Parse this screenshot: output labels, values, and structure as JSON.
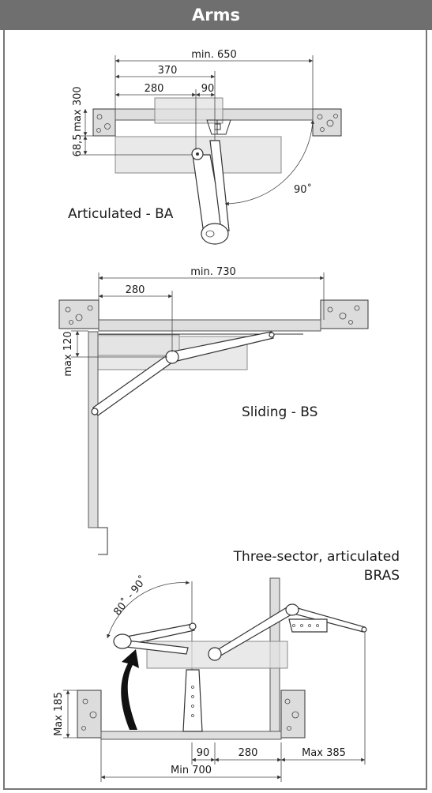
{
  "header": {
    "title": "Arms"
  },
  "section_ba": {
    "caption": "Articulated - BA",
    "dim_min650": "min. 650",
    "dim_370": "370",
    "dim_280": "280",
    "dim_90": "90",
    "dim_max300": "max 300",
    "dim_685": "68,5",
    "angle": "90˚"
  },
  "section_bs": {
    "caption": "Sliding - BS",
    "dim_min730": "min. 730",
    "dim_280": "280",
    "dim_max120": "max 120"
  },
  "section_bras": {
    "caption_line1": "Three-sector, articulated",
    "caption_line2": "BRAS",
    "angle": "80˚ - 90˚",
    "dim_max185": "Max 185",
    "dim_90": "90",
    "dim_280": "280",
    "dim_max385": "Max 385",
    "dim_min700": "Min 700"
  }
}
